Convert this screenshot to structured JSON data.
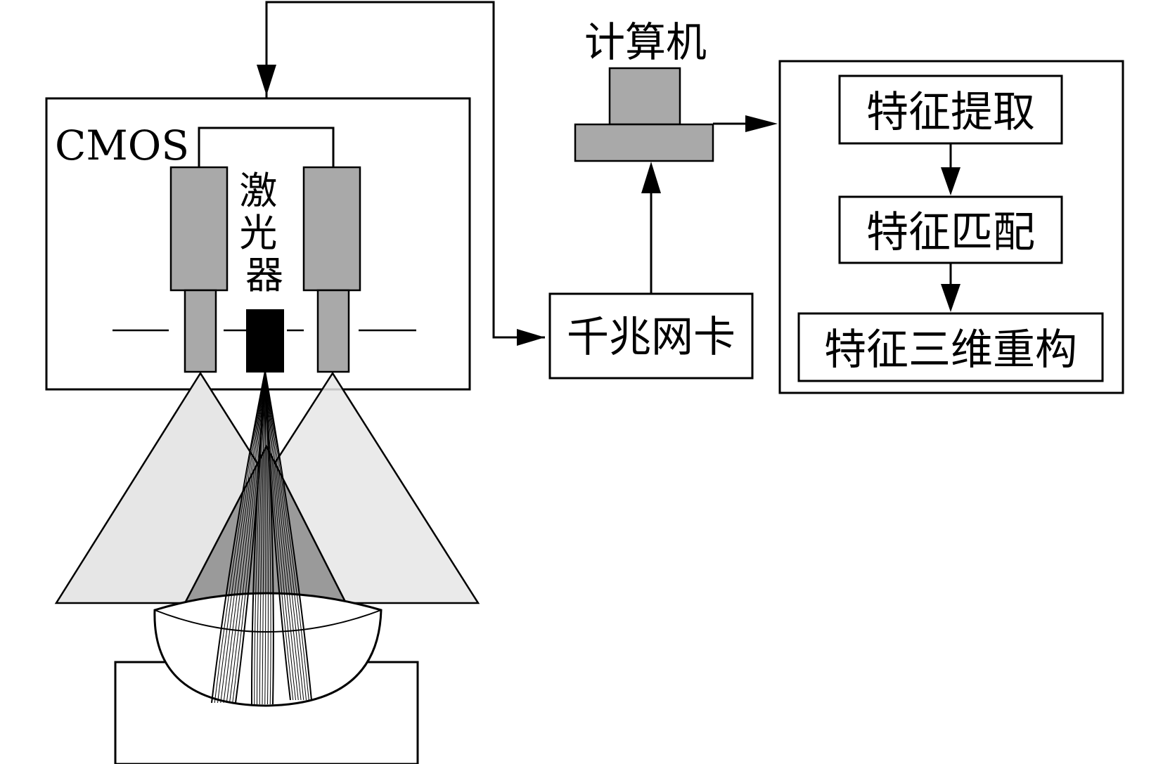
{
  "labels": {
    "cmos": "CMOS",
    "laser": "激光器",
    "computer": "计算机",
    "nic": "千兆网卡",
    "process": {
      "step1": "特征提取",
      "step2": "特征匹配",
      "step3": "特征三维重构"
    }
  },
  "colors": {
    "camera_gray": "#a9a9a9",
    "computer_gray": "#a9a9a9",
    "fov_light": "#e6e6e6",
    "fov_overlap": "#9a9a9a",
    "laser_black": "#000000",
    "line": "#000000"
  },
  "icons": {
    "camera_left": "camera-icon",
    "camera_right": "camera-icon",
    "laser": "laser-emitter-icon",
    "computer": "computer-icon"
  }
}
